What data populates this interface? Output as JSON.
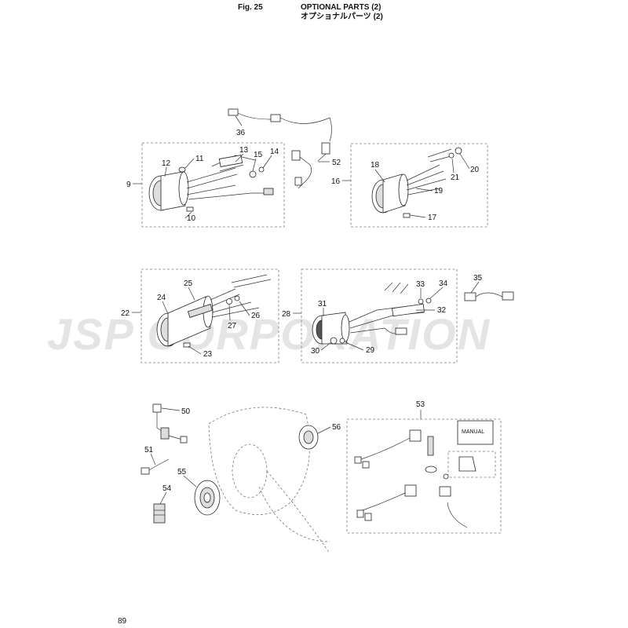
{
  "header": {
    "fig_label": "Fig. 25",
    "title": "OPTIONAL PARTS (2)",
    "subtitle_jp": "オプショナルパーツ (2)"
  },
  "watermark": "JSP CORPORATION",
  "manual_label": "MANUAL",
  "page_number": "89",
  "callouts": [
    "9",
    "10",
    "11",
    "12",
    "13",
    "14",
    "15",
    "36",
    "52",
    "16",
    "17",
    "18",
    "19",
    "20",
    "21",
    "22",
    "23",
    "24",
    "25",
    "26",
    "27",
    "28",
    "29",
    "30",
    "31",
    "32",
    "33",
    "34",
    "35",
    "50",
    "51",
    "54",
    "55",
    "56",
    "53"
  ]
}
